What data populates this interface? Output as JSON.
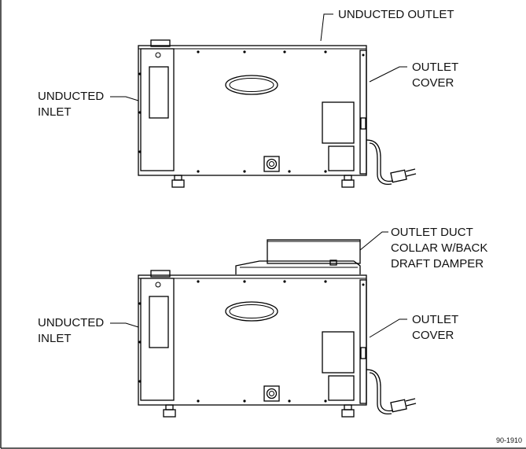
{
  "top_unit": {
    "outlet_label": "UNDUCTED OUTLET",
    "inlet_label": [
      "UNDUCTED",
      "INLET"
    ],
    "cover_label": [
      "OUTLET",
      "COVER"
    ]
  },
  "bottom_unit": {
    "collar_label": [
      "OUTLET DUCT",
      "COLLAR W/BACK",
      "DRAFT DAMPER"
    ],
    "inlet_label": [
      "UNDUCTED",
      "INLET"
    ],
    "cover_label": [
      "OUTLET",
      "COVER"
    ]
  },
  "figure_number": "90-1910"
}
